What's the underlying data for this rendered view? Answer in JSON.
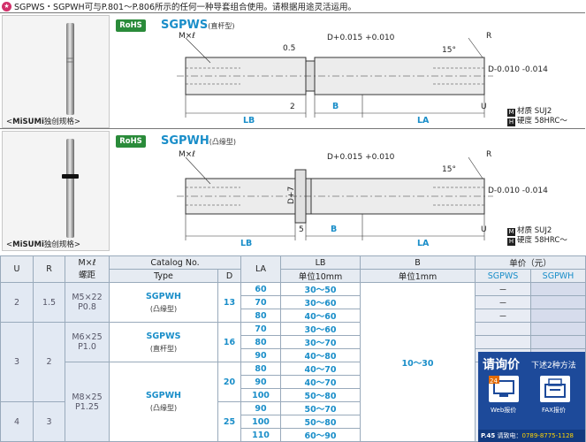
{
  "header": {
    "note": "SGPWS・SGPWH可与P.801～P.806所示的任何一种导套组合使用。请根据用途灵活运用。"
  },
  "panels": [
    {
      "rohs": "RoHS",
      "series": "SGPWS",
      "series_sub": "(直杆型)",
      "misumi_brand": "MiSUMi",
      "misumi_suffix": "独创规格",
      "labels": {
        "mxl": "M×ℓ",
        "r": "R",
        "u": "U",
        "lb": "LB",
        "la": "LA",
        "b": "B",
        "d_tol": "D+0.015 +0.010",
        "d_tol2": "D-0.010 -0.014",
        "dim2": "2",
        "dim05": "0.5",
        "ang": "15°"
      },
      "material": {
        "m_icon": "M",
        "m_label": "材质",
        "m_value": "SUJ2",
        "h_icon": "H",
        "h_label": "硬度",
        "h_value": "58HRC～"
      }
    },
    {
      "rohs": "RoHS",
      "series": "SGPWH",
      "series_sub": "(凸缘型)",
      "misumi_brand": "MiSUMi",
      "misumi_suffix": "独创规格",
      "labels": {
        "mxl": "M×ℓ",
        "r": "R",
        "u": "U",
        "lb": "LB",
        "la": "LA",
        "b": "B",
        "d7": "D+7",
        "d_tol": "D+0.015 +0.010",
        "d_tol2": "D-0.010 -0.014",
        "dim5": "5",
        "ang": "15°"
      },
      "material": {
        "m_icon": "M",
        "m_label": "材质",
        "m_value": "SUJ2",
        "h_icon": "H",
        "h_label": "硬度",
        "h_value": "58HRC～"
      }
    }
  ],
  "table": {
    "head": {
      "u": "U",
      "r": "R",
      "mxl": "M×ℓ",
      "mxl_sub": "螺距",
      "catalog": "Catalog No.",
      "type": "Type",
      "d": "D",
      "la": "LA",
      "lb": "LB",
      "lb_sub": "单位10mm",
      "b": "B",
      "b_sub": "单位1mm",
      "price": "单价（元）",
      "p1": "SGPWS",
      "p2": "SGPWH"
    },
    "groups": [
      {
        "u": "2",
        "r": "1.5",
        "m": "M5×22",
        "pitch": "P0.8"
      },
      {
        "u": "3",
        "r": "2",
        "m": "M6×25",
        "pitch": "P1.0"
      },
      {
        "m": "M8×25",
        "pitch": "P1.25"
      },
      {
        "u": "4",
        "r": "3"
      }
    ],
    "types": [
      {
        "name": "SGPWH",
        "sub": "(凸缘型)"
      },
      {
        "name": "SGPWS",
        "sub": "(直杆型)"
      },
      {
        "name": "SGPWH",
        "sub": "(凸缘型)"
      }
    ],
    "d_values": [
      "13",
      "16",
      "20",
      "25"
    ],
    "rows": [
      {
        "la": "60",
        "lb": "30～50",
        "p1": "－"
      },
      {
        "la": "70",
        "lb": "30～60",
        "p1": "－"
      },
      {
        "la": "80",
        "lb": "40～60",
        "p1": "－"
      },
      {
        "la": "70",
        "lb": "30～60"
      },
      {
        "la": "80",
        "lb": "30～70"
      },
      {
        "la": "90",
        "lb": "40～80"
      },
      {
        "la": "80",
        "lb": "40～70"
      },
      {
        "la": "90",
        "lb": "40～70"
      },
      {
        "la": "100",
        "lb": "50～80"
      },
      {
        "la": "90",
        "lb": "50～70"
      },
      {
        "la": "100",
        "lb": "50～80"
      },
      {
        "la": "110",
        "lb": "60～90"
      }
    ],
    "b_value": "10～30"
  },
  "quote": {
    "title": "请询价",
    "sub": "下述2种方法",
    "web_badge": "24",
    "web": "Web报价",
    "fax": "FAX报价",
    "page_ref": "P.45",
    "contact": "请致电：",
    "phone": "0789-8775-1128"
  }
}
